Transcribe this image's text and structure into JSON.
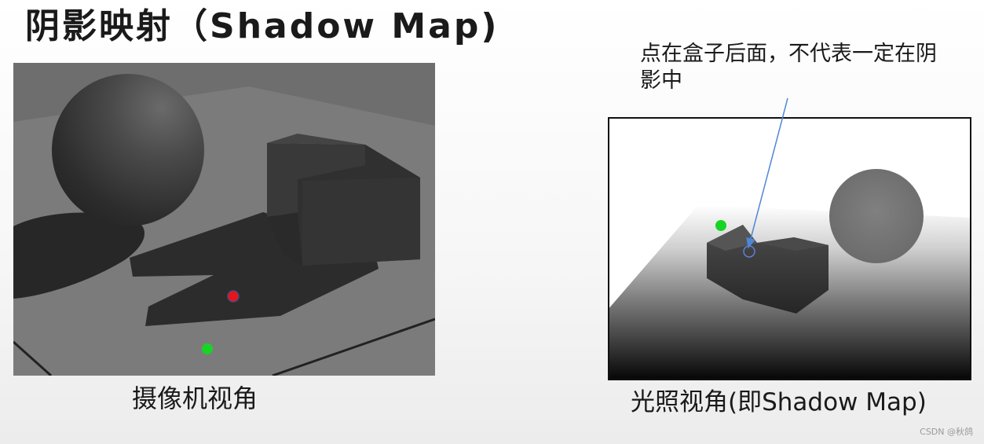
{
  "title": "阴影映射（Shadow Map)",
  "annotation": "点在盒子后面，不代表一定在阴影中",
  "captions": {
    "camera_view": "摄像机视角",
    "light_view": "光照视角(即Shadow Map)"
  },
  "colors": {
    "red_point": "#e8141c",
    "green_point": "#18d424",
    "arrow": "#4f86d8"
  },
  "watermark": "CSDN @秋鸽"
}
